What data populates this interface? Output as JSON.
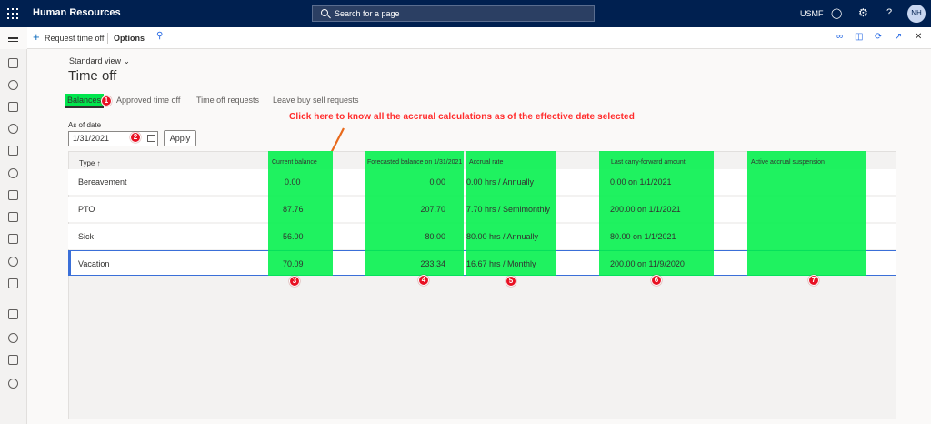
{
  "topbar": {
    "app_title": "Human Resources",
    "search_placeholder": "Search for a page",
    "company": "USMF",
    "icons": [
      "waffle-icon",
      "search-icon",
      "bell-icon",
      "gear-icon",
      "help-icon"
    ],
    "avatar_initials": "NH"
  },
  "actionbar": {
    "request_time_off": "Request time off",
    "options": "Options"
  },
  "page": {
    "view": "Standard view",
    "title": "Time off",
    "tabs": [
      "Balances",
      "Approved time off",
      "Time off requests",
      "Leave buy sell requests"
    ],
    "as_of_label": "As of date",
    "as_of_value": "1/31/2021",
    "apply": "Apply"
  },
  "annotation": {
    "callout": "Click here to know all the accrual calculations as of the effective date selected",
    "badges": [
      "1",
      "2",
      "3",
      "4",
      "5",
      "6",
      "7"
    ],
    "highlight_color": "#00e64d",
    "badge_color": "#e81123",
    "arrow_color": "#e86a1c"
  },
  "grid": {
    "columns": [
      "Type",
      "Current balance",
      "Forecasted balance on 1/31/2021",
      "Accrual rate",
      "Last carry-forward amount",
      "Active accrual suspension"
    ],
    "rows": [
      [
        "Bereavement",
        "0.00",
        "0.00",
        "0.00 hrs / Annually",
        "0.00 on 1/1/2021",
        ""
      ],
      [
        "PTO",
        "87.76",
        "207.70",
        "7.70 hrs / Semimonthly",
        "200.00 on 1/1/2021",
        ""
      ],
      [
        "Sick",
        "56.00",
        "80.00",
        "80.00 hrs / Annually",
        "80.00 on 1/1/2021",
        ""
      ],
      [
        "Vacation",
        "70.09",
        "233.34",
        "16.67 hrs / Monthly",
        "200.00 on 11/9/2020",
        ""
      ]
    ]
  }
}
